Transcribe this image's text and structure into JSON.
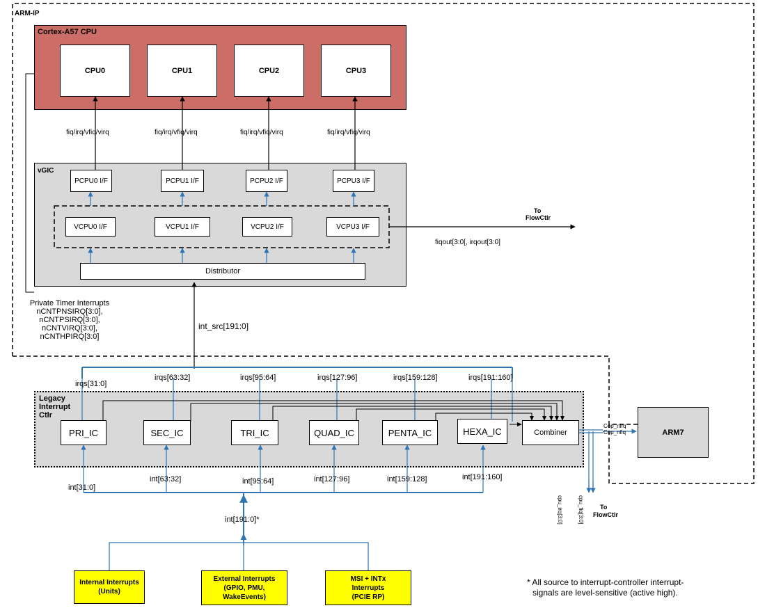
{
  "arm_ip": {
    "title": "ARM-IP"
  },
  "cpu_cluster": {
    "title": "Cortex-A57 CPU",
    "cores": [
      "CPU0",
      "CPU1",
      "CPU2",
      "CPU3"
    ]
  },
  "cpu_signals": [
    "fiq/irq/vfiq/virq",
    "fiq/irq/vfiq/virq",
    "fiq/irq/vfiq/virq",
    "fiq/irq/vfiq/virq"
  ],
  "vgic": {
    "title": "vGIC",
    "pcpu": [
      "PCPU0 I/F",
      "PCPU1 I/F",
      "PCPU2 I/F",
      "PCPU3 I/F"
    ],
    "vcpu": [
      "VCPU0 I/F",
      "VCPU1 I/F",
      "VCPU2 I/F",
      "VCPU3 I/F"
    ],
    "distributor": "Distributor"
  },
  "flowctrl_top": {
    "to": "To",
    "name": "FlowCtlr",
    "signal": "fiqout[3:0[, irqout[3:0]"
  },
  "private_timer": {
    "lines": [
      "Private Timer Interrupts",
      "nCNTPNSIRQ[3:0],",
      "nCNTPSIRQ[3:0],",
      "nCNTVIRQ[3:0],",
      "nCNTHPIRQ[3:0]"
    ]
  },
  "int_src": "int_src[191:0]",
  "legacy": {
    "title_lines": [
      "Legacy",
      "Interrupt",
      "Ctlr"
    ],
    "controllers": [
      "PRI_IC",
      "SEC_IC",
      "TRI_IC",
      "QUAD_IC",
      "PENTA_IC",
      "HEXA_IC"
    ],
    "combiner": "Combiner",
    "irqs": [
      "irqs[31:0]",
      "irqs[63:32]",
      "irqs[95:64]",
      "irqs[127:96]",
      "irqs[159:128]",
      "irqs[191:160]"
    ],
    "ints": [
      "int[31:0]",
      "int[63:32]",
      "int[95:64]",
      "int[127:96]",
      "int[159:128]",
      "int[191:160]"
    ]
  },
  "cop_signals": [
    "Cop_nirq",
    "Cop_nfiq"
  ],
  "arm7": "ARM7",
  "cpu_out": [
    "cpu_irq[3:0]",
    "cpu_fiq[3:0]"
  ],
  "flowctrl_bottom": {
    "to": "To",
    "name": "FlowCtlr"
  },
  "int_all": "int[191:0]*",
  "sources": [
    {
      "lines": [
        "Internal Interrupts",
        "(Units)"
      ]
    },
    {
      "lines": [
        "External Interrupts",
        "(GPIO, PMU,",
        "WakeEvents)"
      ]
    },
    {
      "lines": [
        "MSI + INTx",
        "Interrupts",
        "(PCIE RP)"
      ]
    }
  ],
  "footnote": [
    "* All source to interrupt-controller interrupt-",
    "signals are level-sensitive (active high)."
  ],
  "colors": {
    "cpu_cluster": "#cd6d67",
    "block_gray": "#d9d9d9",
    "bus_blue": "#2e75b6",
    "source_yellow": "#ffff00"
  }
}
